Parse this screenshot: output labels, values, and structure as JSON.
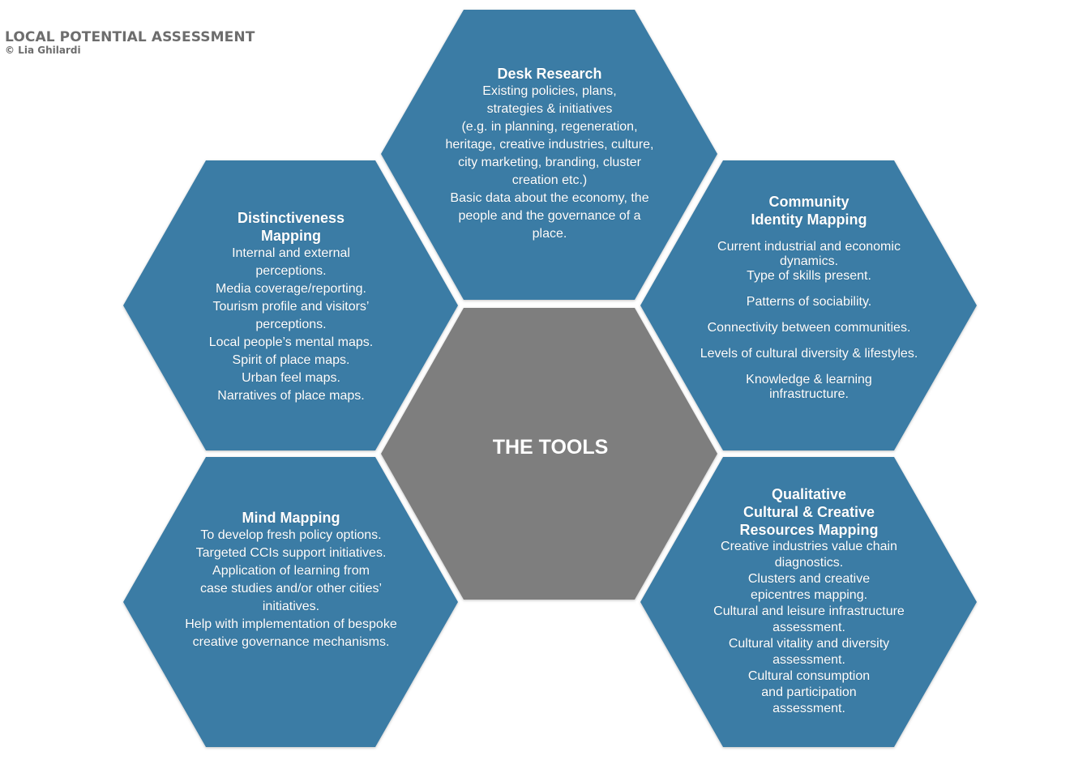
{
  "header": {
    "title": "LOCAL POTENTIAL ASSESSMENT",
    "credit": "© Lia Ghilardi"
  },
  "colors": {
    "outer_hex": "#3a7ca5",
    "center_hex": "#7e7e7e",
    "text": "#ffffff",
    "header_text": "#6d6d6d"
  },
  "center": {
    "label": "THE TOOLS"
  },
  "desk_research": {
    "title": "Desk Research",
    "lines": [
      "Existing policies, plans,",
      "strategies & initiatives",
      "(e.g. in planning, regeneration,",
      "heritage, creative industries, culture,",
      "city marketing, branding, cluster",
      "creation etc.)",
      "Basic data about the economy, the",
      "people and the governance of a",
      "place."
    ]
  },
  "distinctiveness": {
    "title_1": "Distinctiveness",
    "title_2": "Mapping",
    "lines": [
      "Internal and external",
      "perceptions.",
      "Media coverage/reporting.",
      "Tourism profile and visitors’",
      "perceptions.",
      "Local people’s mental maps.",
      "Spirit of place maps.",
      "Urban feel maps.",
      "Narratives of place maps."
    ]
  },
  "community": {
    "title_1": "Community",
    "title_2": "Identity Mapping",
    "lines": [
      "Current industrial and economic",
      "dynamics.",
      "Type of skills present.",
      "Patterns of sociability.",
      "Connectivity between communities.",
      "Levels of cultural diversity & lifestyles.",
      "Knowledge & learning",
      "infrastructure."
    ]
  },
  "mind_mapping": {
    "title": "Mind Mapping",
    "lines": [
      "To develop fresh policy options.",
      "Targeted CCIs support initiatives.",
      "Application of learning from",
      "case studies and/or other cities’",
      "initiatives.",
      "Help with implementation of bespoke",
      "creative governance mechanisms."
    ]
  },
  "qualitative": {
    "title_1": "Qualitative",
    "title_2": "Cultural & Creative",
    "title_3": "Resources Mapping",
    "lines": [
      "Creative industries value chain",
      "diagnostics.",
      "Clusters and creative",
      "epicentres mapping.",
      "Cultural and leisure infrastructure",
      "assessment.",
      "Cultural vitality and diversity",
      "assessment.",
      "Cultural consumption",
      "and participation",
      "assessment."
    ]
  }
}
